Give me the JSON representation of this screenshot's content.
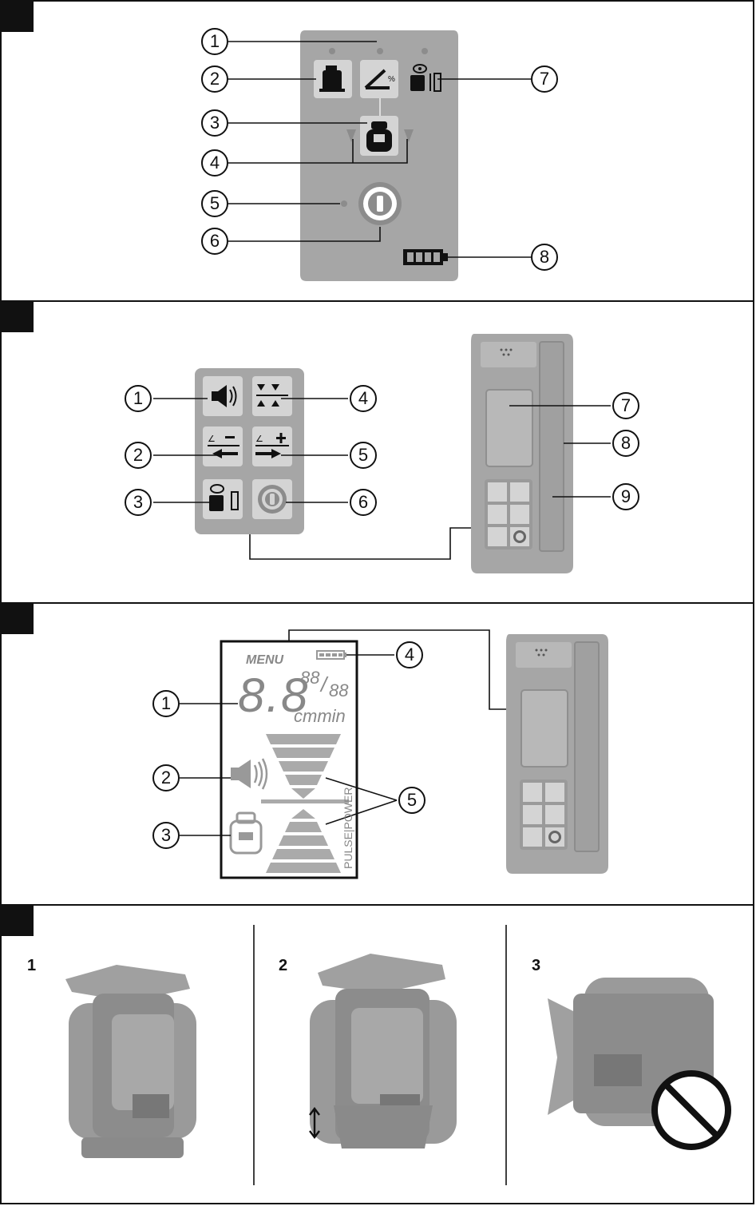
{
  "figure1": {
    "callouts": [
      "1",
      "2",
      "3",
      "4",
      "5",
      "6",
      "7",
      "8"
    ]
  },
  "figure2": {
    "callouts": [
      "1",
      "2",
      "3",
      "4",
      "5",
      "6",
      "7",
      "8",
      "9"
    ]
  },
  "figure3": {
    "callouts": [
      "1",
      "2",
      "3",
      "4",
      "5"
    ],
    "lcd": {
      "menu": "MENU",
      "big_digits": "8.8",
      "fraction_top": "88",
      "fraction_bottom": "88",
      "unit": "cmmin",
      "mode_text": "PULSE|POWER"
    }
  },
  "figure4": {
    "steps": [
      "1",
      "2",
      "3"
    ]
  },
  "colors": {
    "device_grey": "#a6a6a6",
    "key_grey": "#d4d4d4",
    "lcd_grey": "#b0b0b0",
    "line": "#111111"
  }
}
